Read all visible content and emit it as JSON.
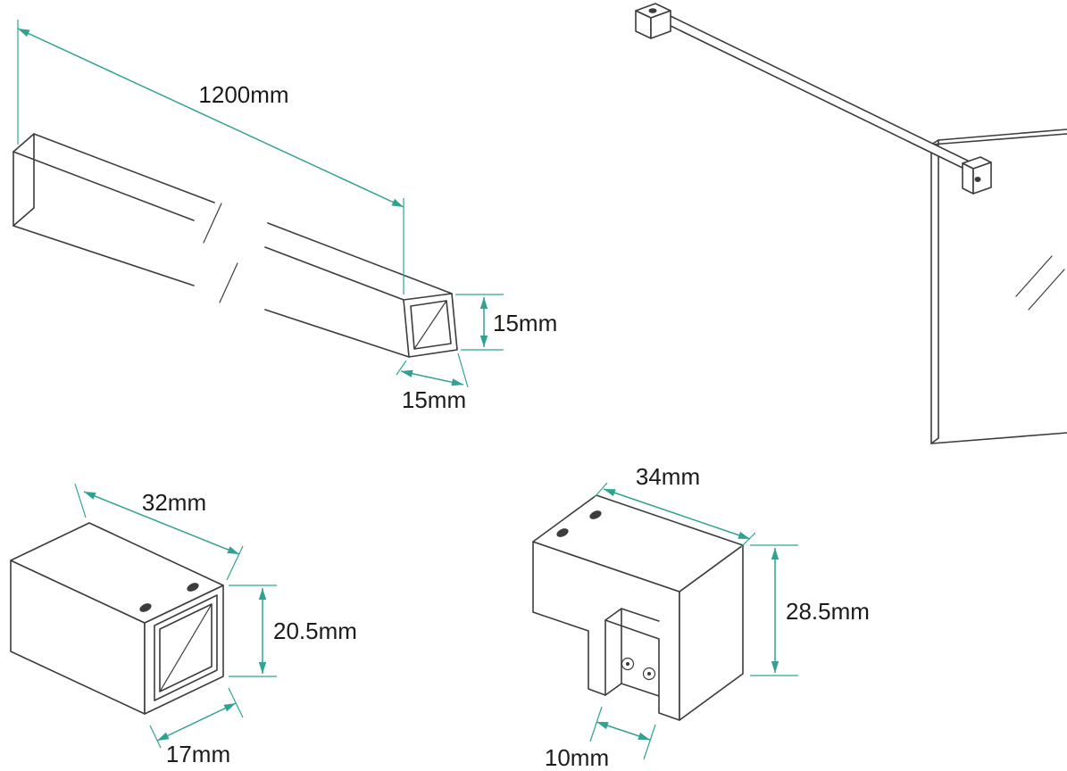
{
  "colors": {
    "accent": "#2fa391",
    "line": "#3c3c3c",
    "text": "#1b1b1b",
    "background": "#ffffff"
  },
  "diagrams": {
    "support_bar": {
      "length_label": "1200mm",
      "height_label": "15mm",
      "width_label": "15mm"
    },
    "wall_bracket": {
      "length_label": "32mm",
      "height_label": "20.5mm",
      "depth_label": "17mm"
    },
    "glass_clamp": {
      "width_label": "34mm",
      "height_label": "28.5mm",
      "slot_label": "10mm"
    }
  }
}
